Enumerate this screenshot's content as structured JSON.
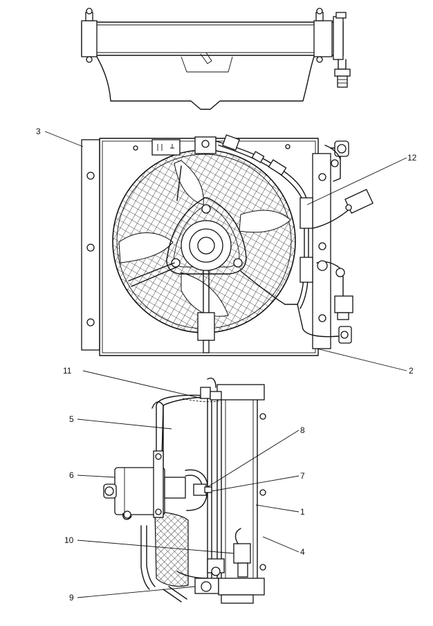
{
  "callouts": [
    {
      "id": "3",
      "label": "3"
    },
    {
      "id": "12",
      "label": "12"
    },
    {
      "id": "2",
      "label": "2"
    },
    {
      "id": "11",
      "label": "11"
    },
    {
      "id": "5",
      "label": "5"
    },
    {
      "id": "8",
      "label": "8"
    },
    {
      "id": "6",
      "label": "6"
    },
    {
      "id": "7",
      "label": "7"
    },
    {
      "id": "1",
      "label": "1"
    },
    {
      "id": "10",
      "label": "10"
    },
    {
      "id": "4",
      "label": "4"
    },
    {
      "id": "9",
      "label": "9"
    }
  ]
}
